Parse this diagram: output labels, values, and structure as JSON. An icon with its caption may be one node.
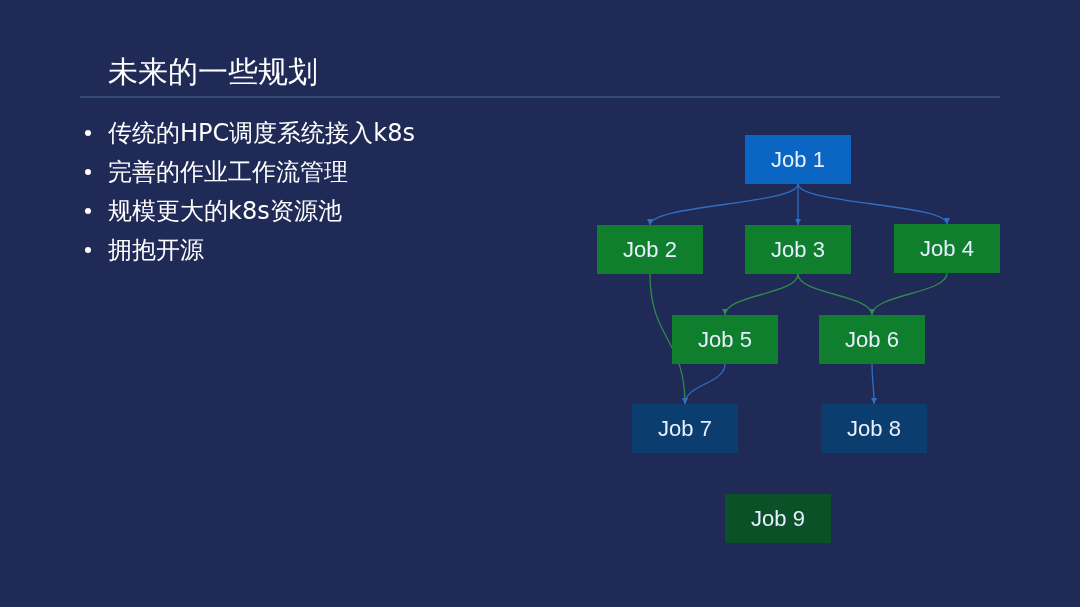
{
  "diagram": {
    "title": "未来的一些规划",
    "nodes": [
      {
        "text": [
          "Job 1"
        ]
      },
      {
        "text": [
          "Job 2"
        ]
      },
      {
        "text": [
          "Job 3"
        ]
      },
      {
        "text": [
          "Job 4"
        ]
      },
      {
        "text": [
          "Job 5"
        ]
      },
      {
        "text": [
          "Job 6"
        ]
      },
      {
        "text": [
          "Job 7"
        ]
      },
      {
        "text": [
          "Job 8"
        ]
      },
      {
        "text": [
          "Job 9"
        ]
      }
    ],
    "edges": [
      {
        "from": 0,
        "to": 1,
        "arrow": "to"
      },
      {
        "from": 0,
        "to": 2,
        "arrow": "to"
      },
      {
        "from": 0,
        "to": 3,
        "arrow": "to"
      },
      {
        "from": 2,
        "to": 4,
        "arrow": "to",
        "color": "#2e8b4a"
      },
      {
        "from": 2,
        "to": 5,
        "arrow": "to",
        "color": "#2e8b4a"
      },
      {
        "from": 3,
        "to": 5,
        "arrow": "to",
        "color": "#2e8b4a"
      },
      {
        "from": 1,
        "to": 6,
        "arrow": "to",
        "color": "#2e8b4a"
      },
      {
        "from": 4,
        "to": 6,
        "arrow": "to"
      },
      {
        "from": 5,
        "to": 7,
        "arrow": "to"
      }
    ],
    "labels": [
      "传统的HPC调度系统接入k8s",
      "完善的作业工作流管理",
      "规模更大的k8s资源池",
      "拥抱开源"
    ]
  }
}
